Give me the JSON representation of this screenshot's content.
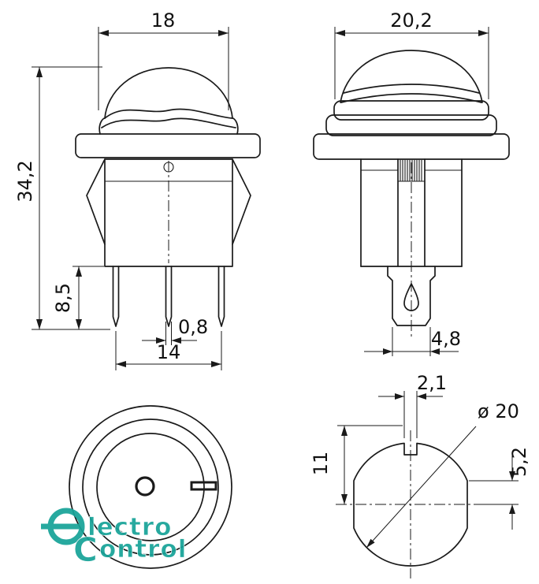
{
  "dims": {
    "front_width": "18",
    "side_width": "20,2",
    "total_height": "34,2",
    "terminal_length": "8,5",
    "terminal_thickness": "0,8",
    "terminal_pitch": "14",
    "tab_width": "4,8",
    "notch_width": "2,1",
    "cutout_offset": "11",
    "cutout_diameter": "ø 20",
    "flat_height": "5,2"
  },
  "watermark": {
    "brand_line1": "lectro",
    "brand_line2_initial": "C",
    "brand_line2": "ontrol",
    "color": "#17a398"
  },
  "colors": {
    "line": "#1a1a1a",
    "background": "#ffffff"
  }
}
